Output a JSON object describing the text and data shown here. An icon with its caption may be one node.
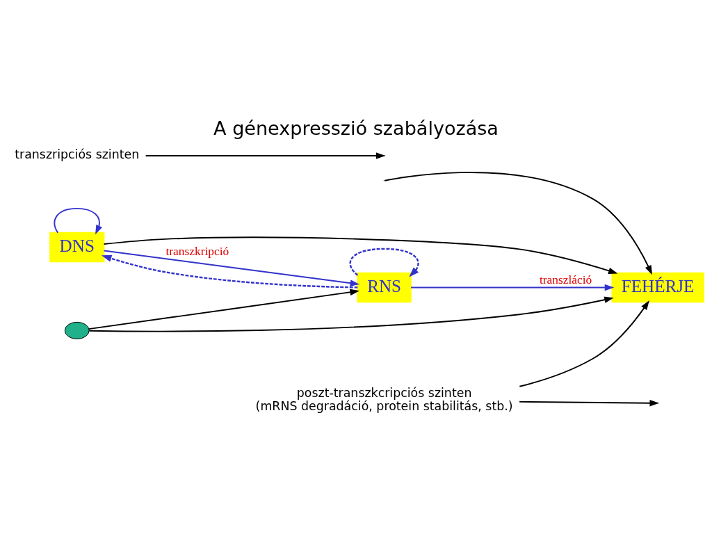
{
  "diagram": {
    "title": "A génexpresszió szabályozása",
    "nodes": [
      {
        "text": [
          "DNS"
        ]
      },
      {
        "text": [
          "RNS"
        ]
      },
      {
        "text": [
          "FEHÉRJE"
        ]
      },
      {
        "text": [
          "transzripciós szinten"
        ]
      },
      {
        "text": [
          "poszt-transzkcripciós szinten",
          "(mRNS degradáció, protein stabilitás, stb.)"
        ]
      },
      {
        "text": [],
        "shape": "ellipse"
      }
    ],
    "edges": [
      {
        "from": 0,
        "to": 0,
        "arrow": "to",
        "color": "#3333cc"
      },
      {
        "from": 0,
        "to": 1,
        "arrow": "to",
        "label": "transzkripció",
        "color": "#3333cc"
      },
      {
        "from": 1,
        "to": 0,
        "arrow": "to",
        "style": "dashed",
        "color": "#3333cc"
      },
      {
        "from": 1,
        "to": 1,
        "arrow": "to",
        "style": "dashed",
        "color": "#3333cc"
      },
      {
        "from": 1,
        "to": 2,
        "arrow": "to",
        "label": "transzláció",
        "color": "#3333cc"
      },
      {
        "from": 0,
        "to": 2,
        "arrow": "to"
      },
      {
        "from": null,
        "to": 2,
        "arrow": "to"
      },
      {
        "from": 5,
        "to": 1,
        "arrow": "to"
      },
      {
        "from": 5,
        "to": 2,
        "arrow": "to"
      },
      {
        "from": 3,
        "to": null,
        "arrow": "to"
      },
      {
        "from": 4,
        "to": null,
        "arrow": "to"
      },
      {
        "from": 4,
        "to": 2,
        "arrow": "to"
      }
    ]
  }
}
